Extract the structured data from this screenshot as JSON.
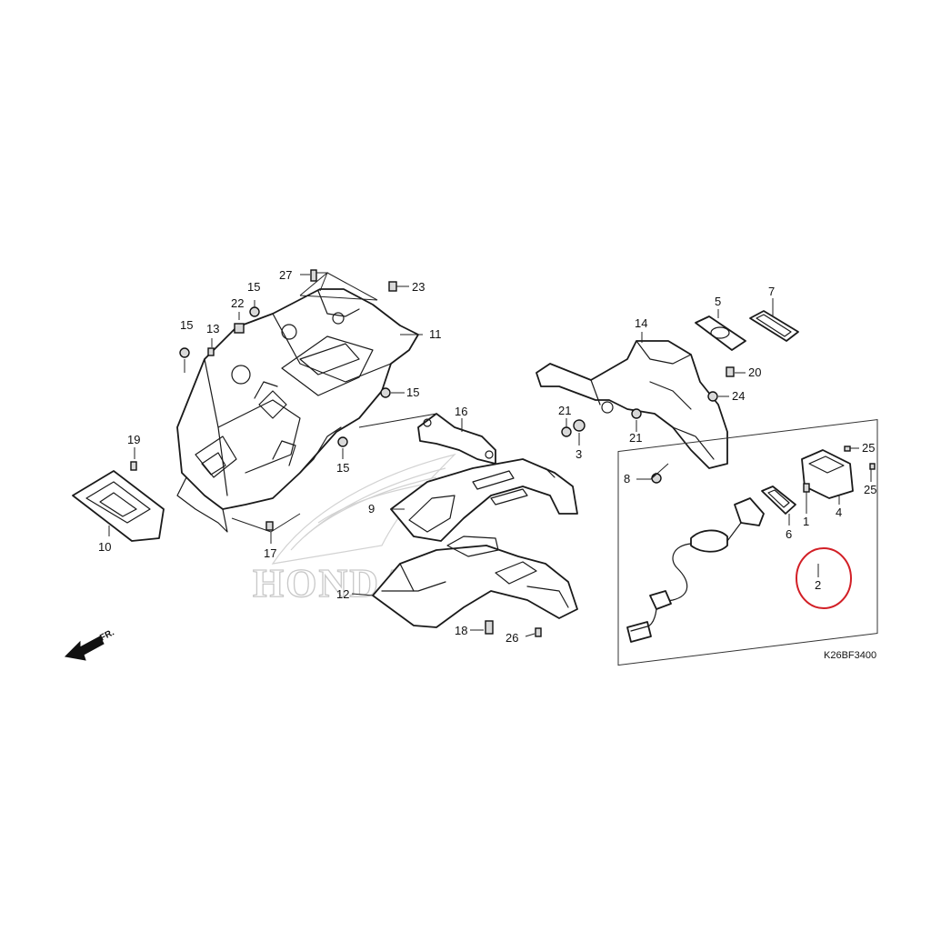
{
  "watermark": {
    "text": "HONDA"
  },
  "figure_code": "K26BF3400",
  "direction_label": "FR.",
  "callouts": {
    "c1": "1",
    "c2": "2",
    "c3": "3",
    "c4": "4",
    "c5": "5",
    "c6": "6",
    "c7": "7",
    "c8": "8",
    "c9": "9",
    "c10": "10",
    "c11": "11",
    "c12": "12",
    "c13": "13",
    "c14": "14",
    "c15a": "15",
    "c15b": "15",
    "c15c": "15",
    "c15d": "15",
    "c16": "16",
    "c17": "17",
    "c18": "18",
    "c19": "19",
    "c20": "20",
    "c21a": "21",
    "c21b": "21",
    "c22": "22",
    "c23": "23",
    "c24": "24",
    "c25a": "25",
    "c25b": "25",
    "c26": "26",
    "c27": "27"
  },
  "highlight": {
    "part": "2",
    "color": "#d21f26"
  }
}
